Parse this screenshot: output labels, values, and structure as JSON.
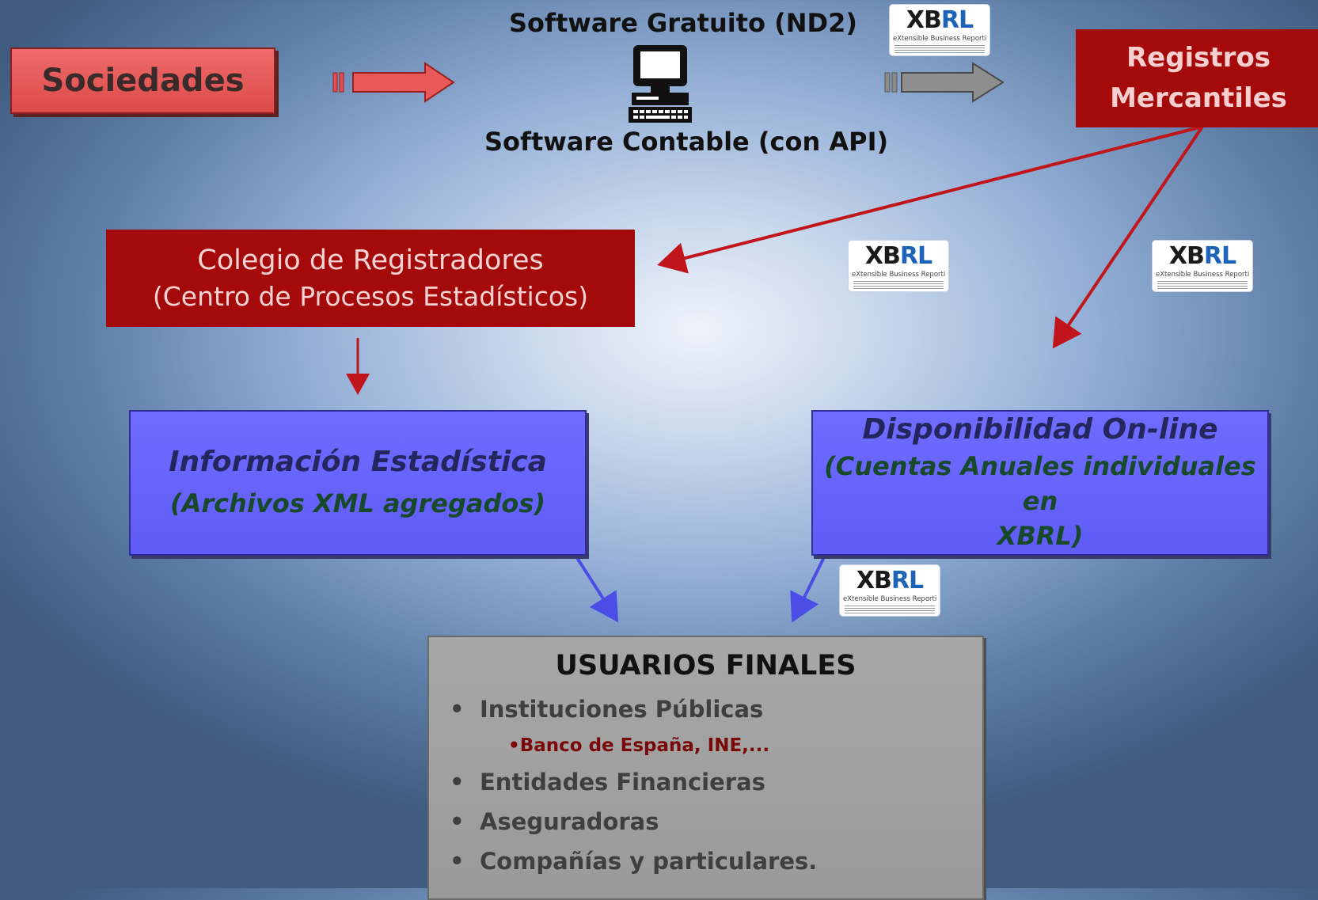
{
  "sociedades": "Sociedades",
  "software": {
    "top": "Software Gratuito (ND2)",
    "bottom": "Software Contable (con API)"
  },
  "xbrl_badge": {
    "word_a": "XB",
    "word_b": "RL",
    "tagline": "eXtensible Business Reporting Language"
  },
  "registros": [
    "Registros",
    "Mercantiles"
  ],
  "colegio": {
    "title": "Colegio de Registradores",
    "subtitle": "(Centro de Procesos Estadísticos)"
  },
  "info": {
    "title": "Información Estadística",
    "subtitle": "(Archivos XML agregados)"
  },
  "dispo": {
    "title": "Disponibilidad On-line",
    "subtitle_1": "(Cuentas Anuales individuales en",
    "subtitle_2": "XBRL)"
  },
  "usuarios": {
    "title": "USUARIOS FINALES",
    "items": [
      "Instituciones Públicas",
      "Entidades Financieras",
      "Aseguradoras",
      "Compañías y particulares."
    ],
    "subitem": "•Banco de España, INE,..."
  },
  "colors": {
    "dark_red": "#a40a0a",
    "light_red": "#e85a5a",
    "blue_box": "#6562fc",
    "grey_box": "#a0a0a0"
  }
}
